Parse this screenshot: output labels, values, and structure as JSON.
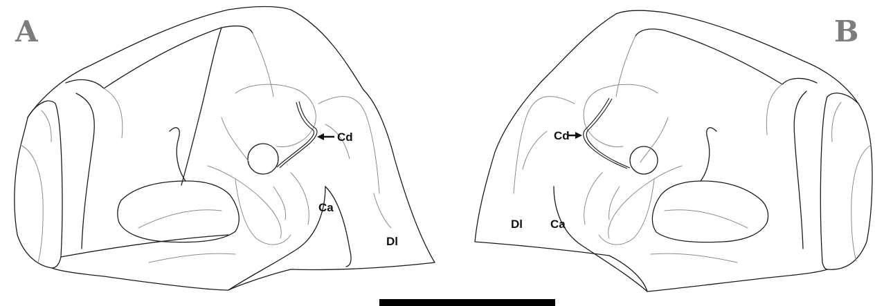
{
  "panels": {
    "a": {
      "letter": "A",
      "labels": {
        "cd": "Cd",
        "ca": "Ca",
        "dl": "Dl"
      }
    },
    "b": {
      "letter": "B",
      "labels": {
        "cd": "Cd",
        "ca": "Ca",
        "dl": "Dl"
      }
    }
  },
  "colors": {
    "panel_letter": "#7d7d7d",
    "outline": "#1a1a1a",
    "fine_line": "#8a8a8a",
    "scale_bar": "#000000"
  }
}
